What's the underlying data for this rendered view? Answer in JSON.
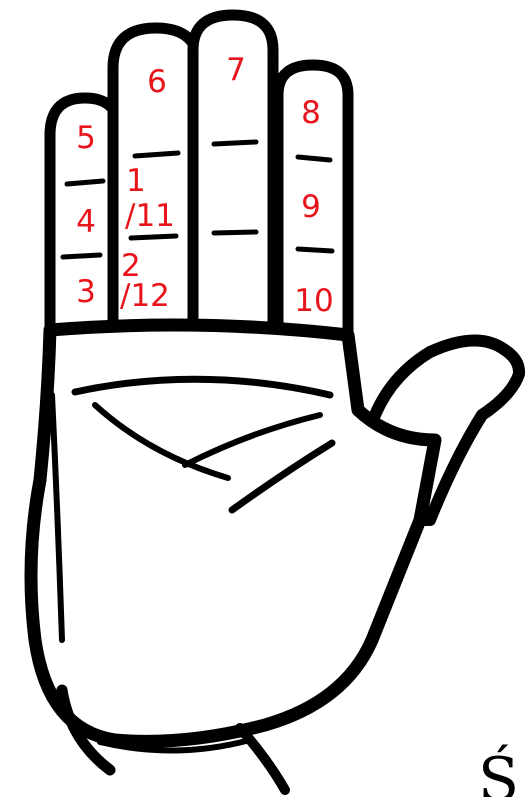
{
  "colors": {
    "outline": "#000000",
    "fill": "#ffffff",
    "label": "#e8141b"
  },
  "figure": {
    "icon": "raised-open-hand-icon",
    "corner_glyph": "Ś"
  },
  "labels": {
    "little_top": "5",
    "little_mid": "4",
    "little_base": "3",
    "ring_top": "6",
    "ring_mid_a": "1",
    "ring_mid_b": "/11",
    "ring_base_a": "2",
    "ring_base_b": "/12",
    "middle_top": "7",
    "index_top": "8",
    "index_mid": "9",
    "index_base": "10"
  }
}
